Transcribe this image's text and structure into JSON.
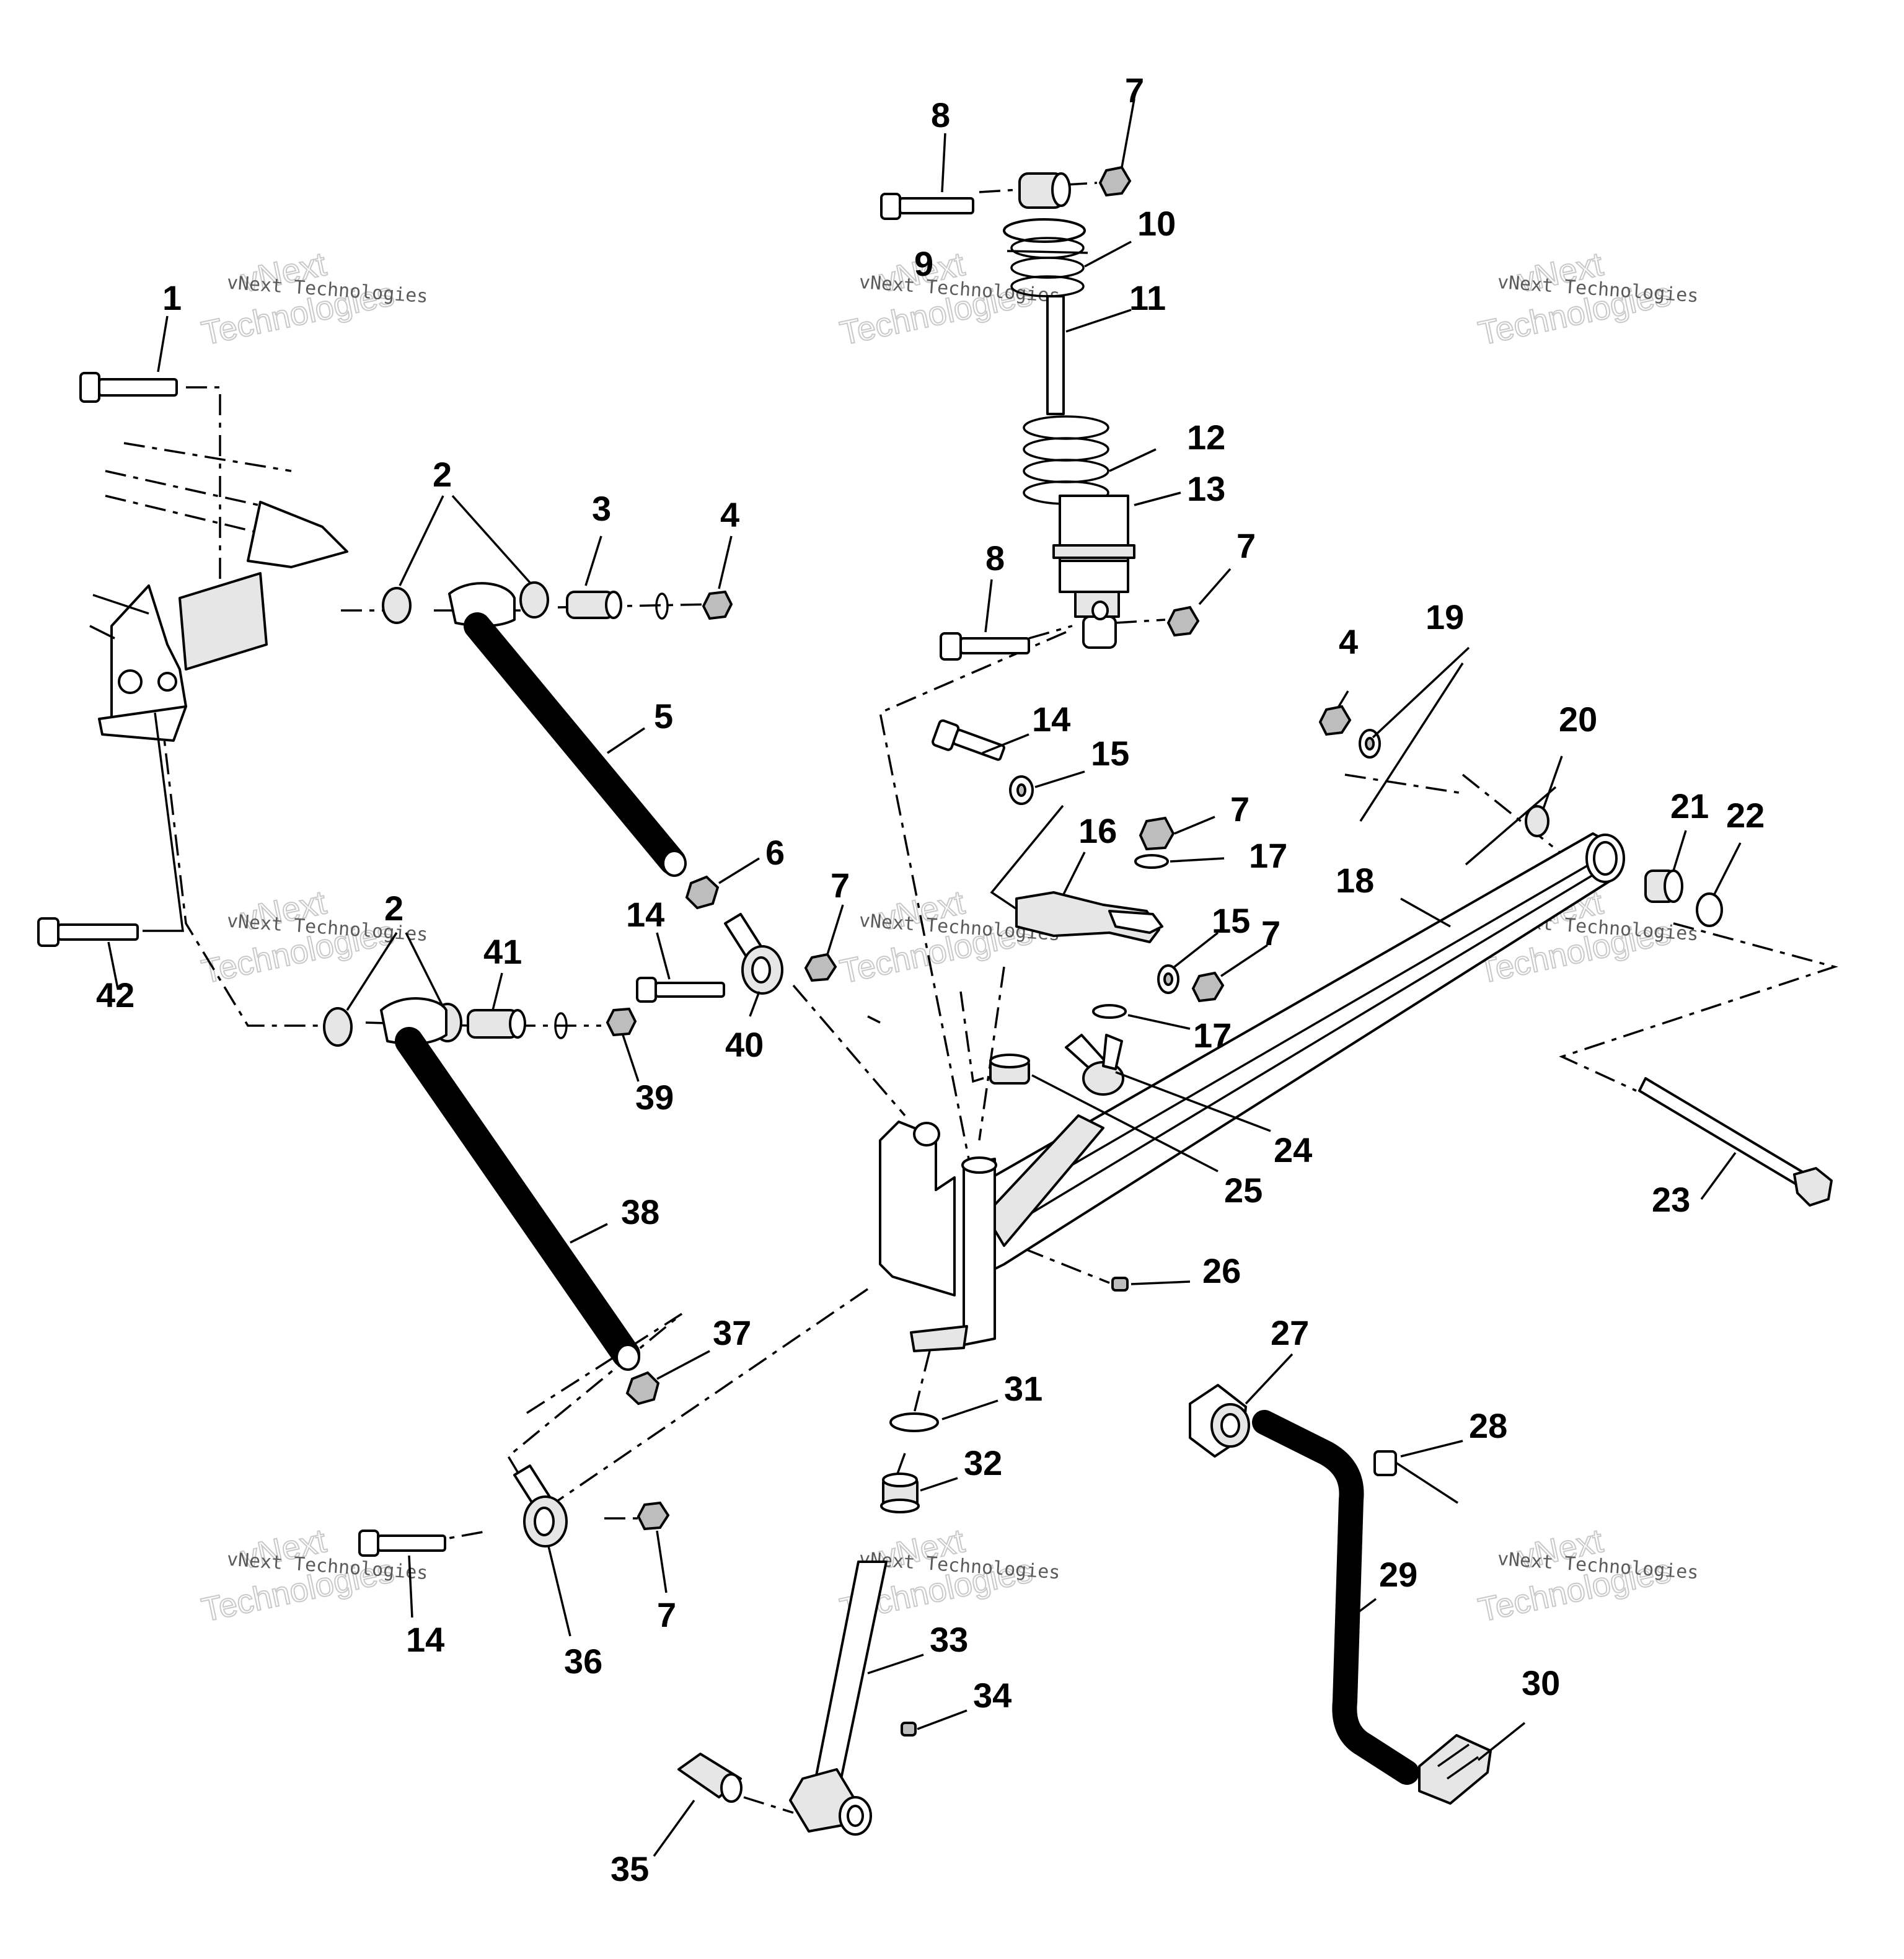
{
  "watermark": {
    "small_text": "vNext Technologies",
    "big_line_1": "vNext",
    "big_line_2": "Technologies"
  },
  "callouts": {
    "p1": "1",
    "p2a": "2",
    "p2b": "2",
    "p3": "3",
    "p4a": "4",
    "p4b": "4",
    "p5": "5",
    "p6": "6",
    "p7a": "7",
    "p7b": "7",
    "p7c": "7",
    "p7d": "7",
    "p7e": "7",
    "p7f": "7",
    "p8a": "8",
    "p8b": "8",
    "p9": "9",
    "p10": "10",
    "p11": "11",
    "p12": "12",
    "p13": "13",
    "p14a": "14",
    "p14b": "14",
    "p14c": "14",
    "p15a": "15",
    "p15b": "15",
    "p16": "16",
    "p17a": "17",
    "p17b": "17",
    "p18": "18",
    "p19": "19",
    "p20": "20",
    "p21": "21",
    "p22": "22",
    "p23": "23",
    "p24": "24",
    "p25": "25",
    "p26": "26",
    "p27": "27",
    "p28": "28",
    "p29": "29",
    "p30": "30",
    "p31": "31",
    "p32": "32",
    "p33": "33",
    "p34": "34",
    "p35": "35",
    "p36": "36",
    "p37": "37",
    "p38": "38",
    "p39": "39",
    "p40": "40",
    "p41": "41",
    "p42": "42"
  }
}
